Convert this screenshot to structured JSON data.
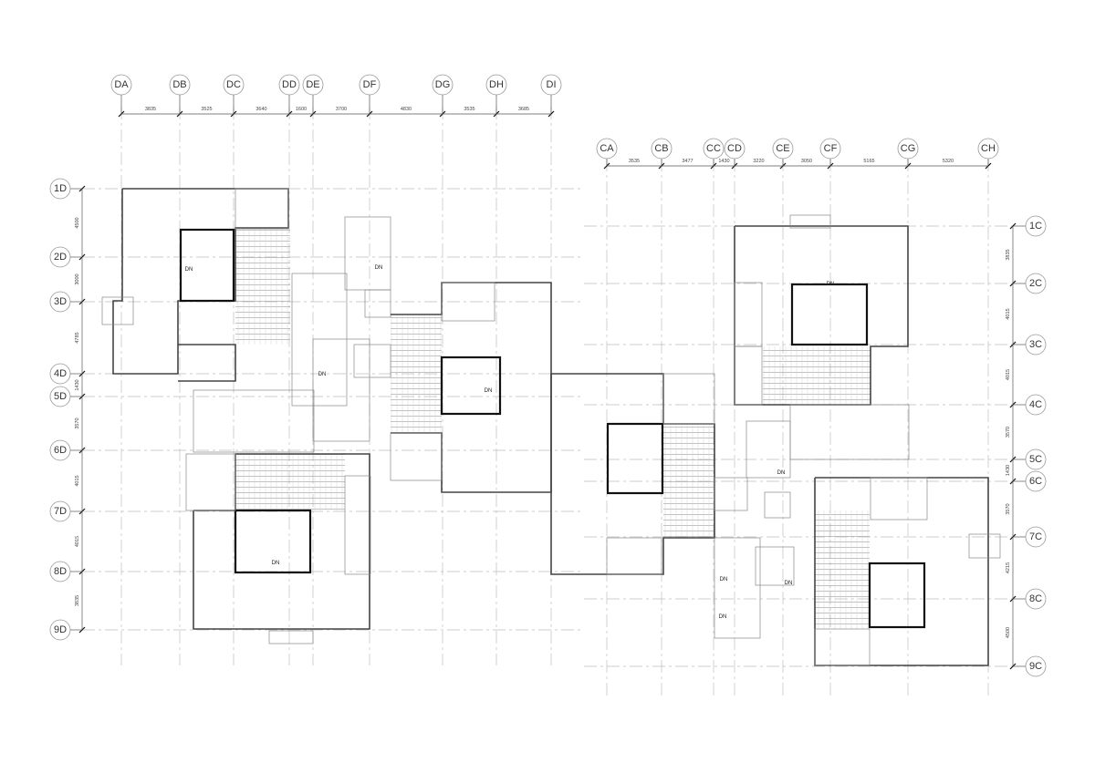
{
  "left_plan": {
    "columns": [
      "DA",
      "DB",
      "DC",
      "DD",
      "DE",
      "DF",
      "DG",
      "DH",
      "DI"
    ],
    "column_dims": [
      "3835",
      "3525",
      "3640",
      "1600",
      "3700",
      "4830",
      "3535",
      "3685"
    ],
    "rows": [
      "1D",
      "2D",
      "3D",
      "4D",
      "5D",
      "6D",
      "7D",
      "8D",
      "9D"
    ],
    "row_dims": [
      "4500",
      "3000",
      "4785",
      "1430",
      "3570",
      "4015",
      "4015",
      "3835"
    ]
  },
  "right_plan": {
    "columns": [
      "CA",
      "CB",
      "CC",
      "CD",
      "CE",
      "CF",
      "CG",
      "CH"
    ],
    "column_dims": [
      "3535",
      "3477",
      "1430",
      "3220",
      "3050",
      "5165",
      "5320"
    ],
    "rows": [
      "1C",
      "2C",
      "3C",
      "4C",
      "5C",
      "6C",
      "7C",
      "8C",
      "9C"
    ],
    "row_dims": [
      "3835",
      "4015",
      "4015",
      "3570",
      "1430",
      "3570",
      "4215",
      "4500"
    ]
  },
  "annotations": {
    "stair_label": "DN",
    "dn_count": 10
  }
}
